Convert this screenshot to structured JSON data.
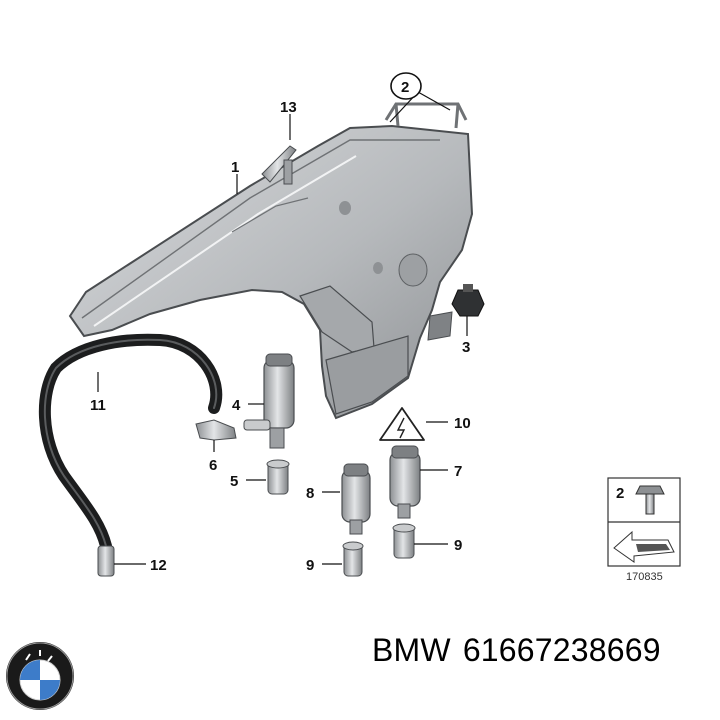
{
  "parts": [
    {
      "number": "1"
    },
    {
      "number": "2"
    },
    {
      "number": "13"
    },
    {
      "number": "3"
    },
    {
      "number": "11"
    },
    {
      "number": "4"
    },
    {
      "number": "10"
    },
    {
      "number": "6"
    },
    {
      "number": "5"
    },
    {
      "number": "7"
    },
    {
      "number": "8"
    },
    {
      "number": "9"
    },
    {
      "number": "9"
    },
    {
      "number": "12"
    }
  ],
  "legend_box": {
    "part_number": "2"
  },
  "reference_number": "170835",
  "footer": {
    "brand": "BMW",
    "part_number": "61667238669"
  },
  "colors": {
    "part_fill": "#b9bcbf",
    "part_stroke": "#4a4d50",
    "label": "#111111"
  }
}
